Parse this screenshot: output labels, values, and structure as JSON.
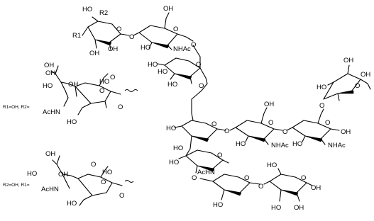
{
  "neu5ac_top": {
    "legend": "R1=OH, R2=",
    "oh": "OH",
    "ho": "HO",
    "acnh": "AcHN",
    "o_ring": "O",
    "o_carbonyl": "O",
    "ho_acid": "HO",
    "o_link": "O"
  },
  "neu5ac_bottom": {
    "legend": "R2=OH, R1=",
    "oh": "OH",
    "ho": "HO",
    "acnh": "AcHN",
    "o_ring": "O",
    "o_carbonyl": "O",
    "ho_acid": "HO",
    "o_link": "O"
  },
  "gal_top": {
    "r2": "R2",
    "r1": "R1",
    "ho": "HO",
    "oh": "OH",
    "o_ring": "O",
    "o_glyco": "O"
  },
  "glcnac_top": {
    "oh": "OH",
    "ho": "HO",
    "nhac": "NHAc",
    "o_ring": "O",
    "o_glyco": "O"
  },
  "man_upper": {
    "ho1": "HO",
    "ho2": "HO",
    "ho3": "HO",
    "o_ring": "O"
  },
  "man_core": {
    "o6": "O",
    "o_ring": "O",
    "ho": "HO",
    "o_glyco": "O"
  },
  "glcnac_core1": {
    "oh": "OH",
    "ho": "HO",
    "o_ring": "O",
    "nhac": "NHAc",
    "o_glyco": "O"
  },
  "glcnac_core2": {
    "ho": "HO",
    "o_ring": "O",
    "nhac": "NHAc",
    "oh": "OH",
    "o6": "O"
  },
  "fuc": {
    "ho": "HO",
    "oh1": "OH",
    "oh2": "OH",
    "o_ring": "O"
  },
  "man_lower": {
    "ho1": "HO",
    "ho2": "HO",
    "o_ring": "O",
    "o_glyco": "O"
  },
  "glcnac_bottom": {
    "acnh": "AcHN",
    "o_ring": "O",
    "ho": "HO",
    "o_glyco": "O"
  },
  "gal_bottom": {
    "ho1": "HO",
    "ho2": "HO",
    "oh1": "OH",
    "oh2": "OH",
    "o_ring": "O"
  }
}
